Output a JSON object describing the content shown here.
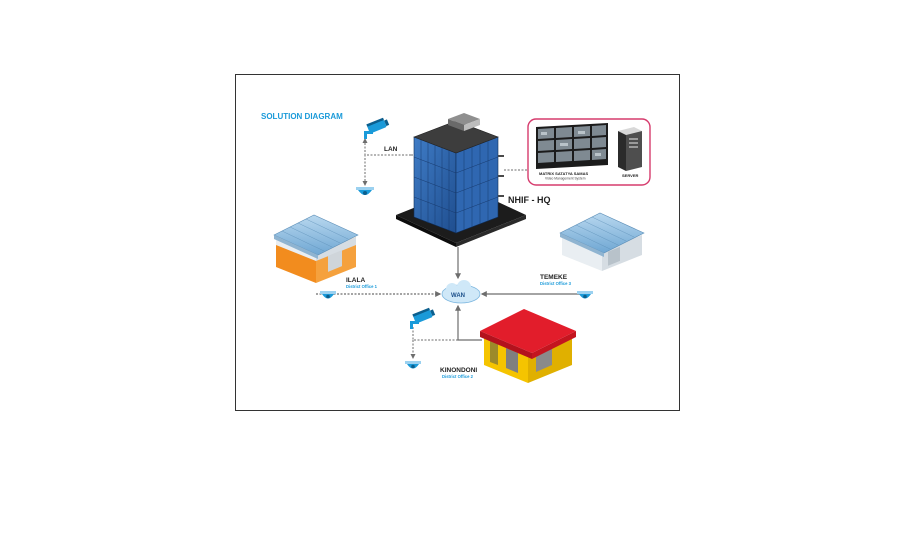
{
  "diagram": {
    "title": "SOLUTION DIAGRAM",
    "hq_label": "NHIF - HQ",
    "lan_label": "LAN",
    "wan_label": "WAN",
    "vms": {
      "title": "MATRIX SATATYA SAMAS",
      "subtitle": "Video Management System",
      "server_label": "SERVER"
    },
    "sites": {
      "ilala": {
        "name": "ILALA",
        "office": "District Office 1"
      },
      "temeke": {
        "name": "TEMEKE",
        "office": "District Office 3"
      },
      "kinondoni": {
        "name": "KINONDONI",
        "office": "District Office 2"
      }
    }
  },
  "colors": {
    "accent_blue": "#1a9ad9",
    "title_blue": "#1a9ad9",
    "glass_blue": "#2a5ea8",
    "vms_border": "#d63b6d",
    "link_gray": "#6d6d6d",
    "roof_red": "#e21d2b",
    "wall_yellow": "#f5c400",
    "stripe_orange": "#f28c1e"
  },
  "icons": [
    "bullet-camera-icon",
    "dome-camera-icon",
    "cloud-icon",
    "server-icon",
    "monitor-wall-icon"
  ]
}
